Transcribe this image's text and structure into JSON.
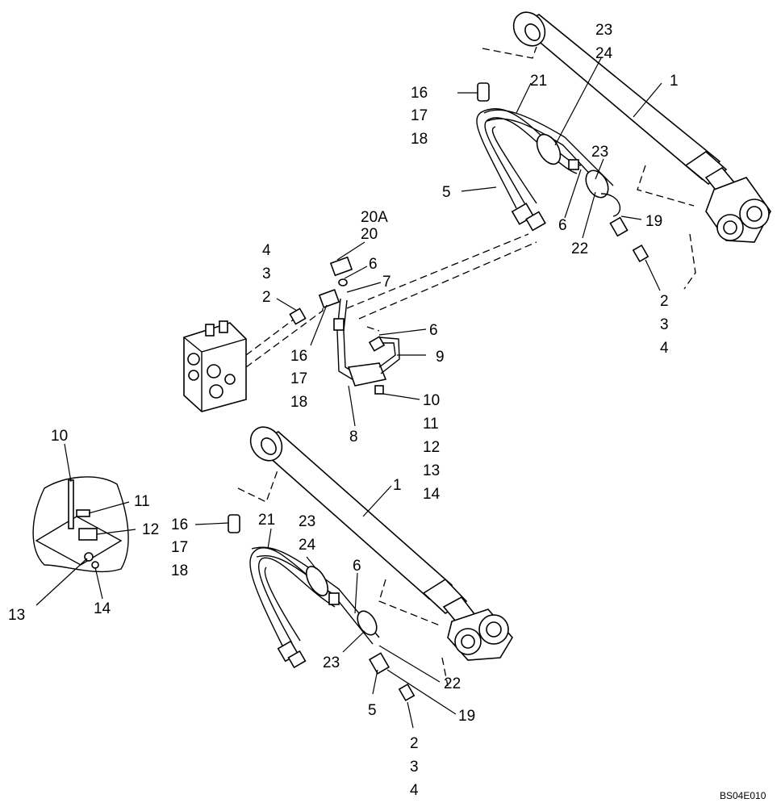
{
  "diagram": {
    "reference_code": "BS04E010",
    "callouts": [
      {
        "id": "c-23-top",
        "text": "23"
      },
      {
        "id": "c-24-top",
        "text": "24"
      },
      {
        "id": "c-1-top",
        "text": "1"
      },
      {
        "id": "c-21-top",
        "text": "21"
      },
      {
        "id": "c-16-top",
        "text": "16"
      },
      {
        "id": "c-17-top",
        "text": "17"
      },
      {
        "id": "c-18-top",
        "text": "18"
      },
      {
        "id": "c-23-top-b",
        "text": "23"
      },
      {
        "id": "c-5-top",
        "text": "5"
      },
      {
        "id": "c-19-top",
        "text": "19"
      },
      {
        "id": "c-6-top",
        "text": "6"
      },
      {
        "id": "c-22-top",
        "text": "22"
      },
      {
        "id": "c-2-right",
        "text": "2"
      },
      {
        "id": "c-3-right",
        "text": "3"
      },
      {
        "id": "c-4-right",
        "text": "4"
      },
      {
        "id": "c-20a",
        "text": "20A"
      },
      {
        "id": "c-20",
        "text": "20"
      },
      {
        "id": "c-4-left",
        "text": "4"
      },
      {
        "id": "c-3-left",
        "text": "3"
      },
      {
        "id": "c-2-left",
        "text": "2"
      },
      {
        "id": "c-6-mid",
        "text": "6"
      },
      {
        "id": "c-7-mid",
        "text": "7"
      },
      {
        "id": "c-6-mid-b",
        "text": "6"
      },
      {
        "id": "c-9-mid",
        "text": "9"
      },
      {
        "id": "c-16-mid",
        "text": "16"
      },
      {
        "id": "c-17-mid",
        "text": "17"
      },
      {
        "id": "c-18-mid",
        "text": "18"
      },
      {
        "id": "c-10-mid",
        "text": "10"
      },
      {
        "id": "c-11-mid",
        "text": "11"
      },
      {
        "id": "c-12-mid",
        "text": "12"
      },
      {
        "id": "c-13-mid",
        "text": "13"
      },
      {
        "id": "c-14-mid",
        "text": "14"
      },
      {
        "id": "c-8-mid",
        "text": "8"
      },
      {
        "id": "c-10-left",
        "text": "10"
      },
      {
        "id": "c-11-left",
        "text": "11"
      },
      {
        "id": "c-12-left",
        "text": "12"
      },
      {
        "id": "c-13-left",
        "text": "13"
      },
      {
        "id": "c-14-left",
        "text": "14"
      },
      {
        "id": "c-1-bottom",
        "text": "1"
      },
      {
        "id": "c-16-bottom",
        "text": "16"
      },
      {
        "id": "c-17-bottom",
        "text": "17"
      },
      {
        "id": "c-18-bottom",
        "text": "18"
      },
      {
        "id": "c-21-bottom",
        "text": "21"
      },
      {
        "id": "c-23-bottom",
        "text": "23"
      },
      {
        "id": "c-24-bottom",
        "text": "24"
      },
      {
        "id": "c-6-bottom",
        "text": "6"
      },
      {
        "id": "c-23-bottom-b",
        "text": "23"
      },
      {
        "id": "c-22-bottom",
        "text": "22"
      },
      {
        "id": "c-5-bottom",
        "text": "5"
      },
      {
        "id": "c-19-bottom",
        "text": "19"
      },
      {
        "id": "c-2-bottom",
        "text": "2"
      },
      {
        "id": "c-3-bottom",
        "text": "3"
      },
      {
        "id": "c-4-bottom",
        "text": "4"
      }
    ]
  }
}
